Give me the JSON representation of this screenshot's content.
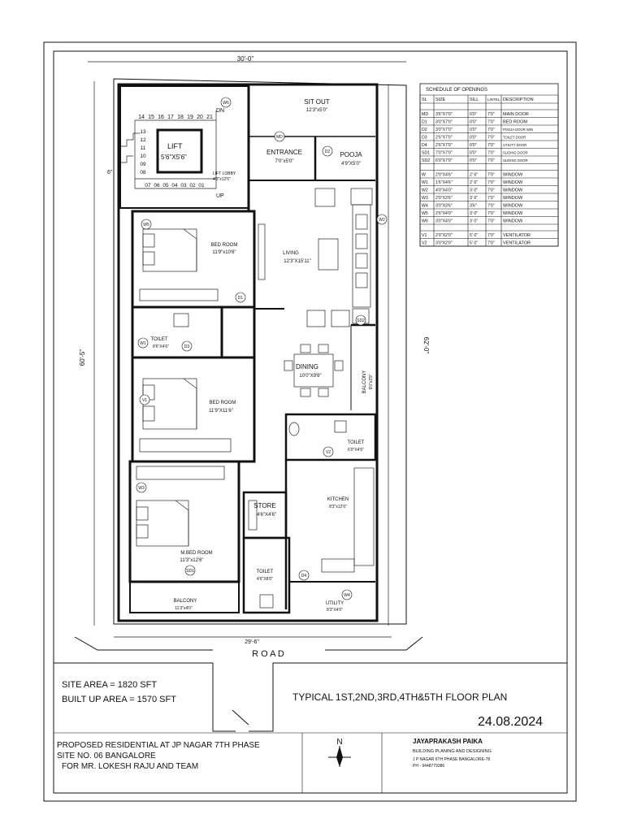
{
  "plan": {
    "overall_width": "30'-0\"",
    "overall_depth": "60'-5\"",
    "side_depth": "62'-0\"",
    "front_width": "29'-6\"",
    "road_label": "R O A D",
    "setback": "6\"",
    "rooms": [
      {
        "id": "sitout",
        "name": "SIT OUT",
        "size": "12'3\"x5'0\""
      },
      {
        "id": "lift",
        "name": "LIFT",
        "size": "5'6\"X5'6\""
      },
      {
        "id": "liftlobby",
        "name": "LIFT LOBBY",
        "size": "4'3\"x12'6\""
      },
      {
        "id": "entrance",
        "name": "ENTRANCE",
        "size": "7'0\"x5'0\""
      },
      {
        "id": "pooja",
        "name": "POOJA",
        "size": "4'9\"X5'0\""
      },
      {
        "id": "bed1",
        "name": "BED ROOM",
        "size": "11'9\"x10'6\""
      },
      {
        "id": "living",
        "name": "LIVING",
        "size": "12'3\"X15'11\""
      },
      {
        "id": "toilet1",
        "name": "TOILET",
        "size": "8'6\"X4'6\""
      },
      {
        "id": "dining",
        "name": "DINING",
        "size": "10'0\"X9'8\""
      },
      {
        "id": "balcony1",
        "name": "BALCONY",
        "size": "9'0\"x3'9\""
      },
      {
        "id": "bed2",
        "name": "BED ROOM",
        "size": "11'9\"X11'6\""
      },
      {
        "id": "toilet2",
        "name": "TOILET",
        "size": "6'0\"X4'6\""
      },
      {
        "id": "kitchen",
        "name": "KITCHEN",
        "size": "8'3\"x12'6\""
      },
      {
        "id": "store",
        "name": "STORE",
        "size": "4'6\"X4'6\""
      },
      {
        "id": "mbed",
        "name": "M.BED ROOM",
        "size": "11'3\"x12'6\""
      },
      {
        "id": "toilet3",
        "name": "TOILET",
        "size": "4'6\"X8'0\""
      },
      {
        "id": "balcony2",
        "name": "BALCONY",
        "size": "11'3\"x4'0\""
      },
      {
        "id": "utility",
        "name": "UTILITY",
        "size": "8'3\"X4'0\""
      }
    ],
    "stairs": {
      "top": [
        "14",
        "15",
        "16",
        "17",
        "18",
        "19",
        "20",
        "21"
      ],
      "side": [
        "13",
        "12",
        "11",
        "10",
        "09",
        "08"
      ],
      "bottom": [
        "07",
        "06",
        "05",
        "04",
        "03",
        "02",
        "01"
      ],
      "dn": "DN",
      "up": "UP"
    },
    "openings": [
      "MD",
      "D1",
      "D2",
      "D3",
      "D4",
      "SD1",
      "SD2",
      "W1",
      "W2",
      "W3",
      "W4",
      "W5",
      "W6",
      "V1",
      "V2"
    ]
  },
  "schedule": {
    "title": "SCHEDULE OF OPENINGS",
    "headers": [
      "SL",
      "SIZE",
      "SILL",
      "LINTEL",
      "DESCRIPTION"
    ],
    "groups": [
      [
        [
          "MD",
          "3'6\"X7'0\"",
          "0'0\"",
          "7'0\"",
          "MAIN DOOR"
        ],
        [
          "D1",
          "3'0\"X7'0\"",
          "0'0\"",
          "7'0\"",
          "BED ROOM"
        ],
        [
          "D2",
          "3'0\"X7'0\"",
          "0'0\"",
          "7'0\"",
          "POOJA DOOR WIN"
        ],
        [
          "D3",
          "2'6\"X7'0\"",
          "0'0\"",
          "7'0\"",
          "TOILET DOOR"
        ],
        [
          "D4",
          "2'6\"X7'0\"",
          "0'0\"",
          "7'0\"",
          "UTILITY DOOR"
        ],
        [
          "SD1",
          "7'0\"X7'0\"",
          "0'0\"",
          "7'0\"",
          "SLIDING DOOR"
        ],
        [
          "SD2",
          "6'0\"X7'0\"",
          "0'0\"",
          "7'0\"",
          "SLIDING DOOR"
        ]
      ],
      [
        [
          "W",
          "2'0\"X4'6\"",
          "2' 6\"",
          "7'0\"",
          "WINDOW"
        ],
        [
          "W1",
          "1'6\"X4'6\"",
          "2' 6\"",
          "7'0\"",
          "WINDOW"
        ],
        [
          "W2",
          "4'0\"X4'0\"",
          "3' 0\"",
          "7'0\"",
          "WINDOW"
        ],
        [
          "W3",
          "2'0\"X3'6\"",
          "3' 6\"",
          "7'0\"",
          "WINDOW"
        ],
        [
          "W4",
          "3'0\"X3'6\"",
          "3'6\"",
          "7'0\"",
          "WINDOW"
        ],
        [
          "W5",
          "2'6\"X4'0\"",
          "3' 0\"",
          "7'0\"",
          "WINDOW"
        ],
        [
          "W6",
          "3'0\"X4'0\"",
          "3' 0\"",
          "7'0\"",
          "WINDOW"
        ]
      ],
      [
        [
          "V1",
          "2'0\"X2'0\"",
          "5' 0\"",
          "7'0\"",
          "VENTILATOR"
        ],
        [
          "V2",
          "3'0\"X2'0\"",
          "5' 0\"",
          "7'0\"",
          "VENTILATOR"
        ]
      ]
    ]
  },
  "info": {
    "site_area": "SITE  AREA = 1820 SFT",
    "built_up_area": "BUILT UP  AREA = 1570 SFT",
    "plan_title": "TYPICAL  1ST,2ND,3RD,4TH&5TH FLOOR PLAN",
    "date": "24.08.2024"
  },
  "title_block": {
    "line1": "PROPOSED RESIDENTIAL AT JP NAGAR 7TH PHASE",
    "line2": "SITE  NO.  06    BANGALORE",
    "line3": "FOR MR. LOKESH RAJU AND TEAM",
    "north": "N",
    "firm_name": "JAYAPRAKASH  PAIKA",
    "firm_tagline": "BUILDING PLANING AND DESIGNING",
    "firm_address": "J P NAGAR 6TH PHASE  BANGALORE-78",
    "firm_phone": "PH - 9448779386"
  }
}
